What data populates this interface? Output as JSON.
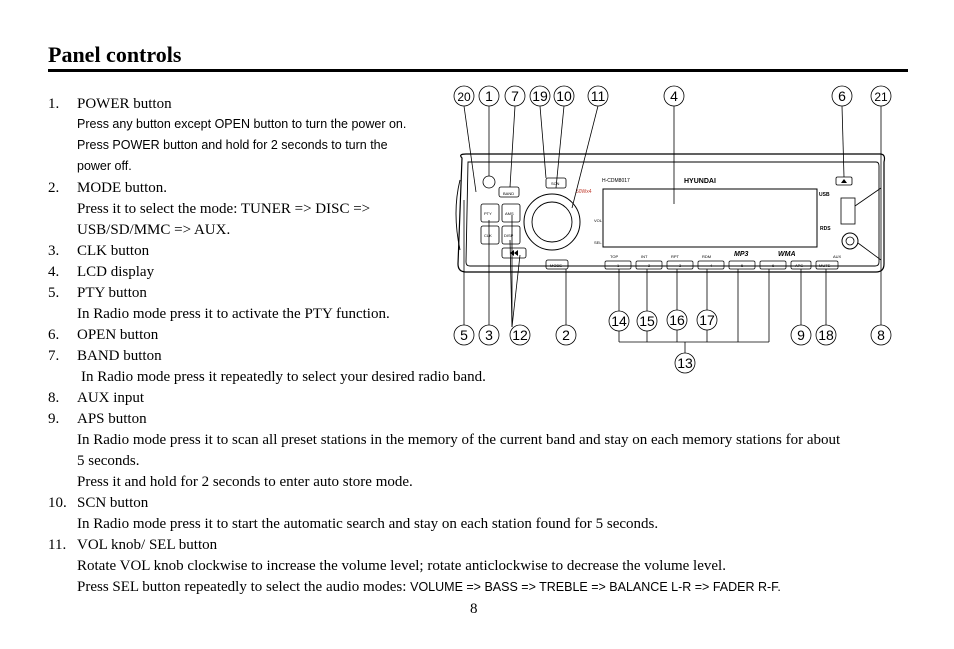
{
  "heading": "Panel controls",
  "items": [
    {
      "num": "1.",
      "title": "POWER button",
      "lines": [
        "Press any button except OPEN button to turn the power on.",
        "Press POWER button and hold for 2 seconds to turn the",
        "power off."
      ]
    },
    {
      "num": "2.",
      "title": "MODE button.",
      "lines": [
        "Press it to select the mode: TUNER => DISC =>",
        "USB/SD/MMC => AUX."
      ]
    },
    {
      "num": "3.",
      "title": "CLK button"
    },
    {
      "num": "4.",
      "title": "LCD display"
    },
    {
      "num": "5.",
      "title": "PTY button",
      "lines": [
        "In Radio mode press it to activate the PTY function."
      ]
    },
    {
      "num": "6.",
      "title": "OPEN button"
    },
    {
      "num": "7.",
      "title": "BAND button",
      "lines": [
        "In Radio mode press it repeatedly to select your desired radio band."
      ]
    },
    {
      "num": "8.",
      "title": "AUX input"
    },
    {
      "num": "9.",
      "title": "APS button",
      "lines": [
        "In Radio mode press it to scan all preset stations in the memory of the current band and stay on each memory stations for about",
        "5 seconds.",
        "Press it and hold for 2 seconds to enter auto store mode."
      ]
    },
    {
      "num": "10.",
      "title": "SCN button",
      "lines": [
        "In Radio mode press it to start the automatic search and stay on each station found for 5 seconds."
      ]
    },
    {
      "num": "11.",
      "title": "VOL knob/ SEL button",
      "lines": [
        "Rotate VOL knob clockwise to increase the volume level; rotate anticlockwise to decrease the volume level.",
        "Press SEL button repeatedly to select the audio modes: ",
        "VOLUME => BASS => TREBLE => BALANCE L-R => FADER R-F."
      ]
    }
  ],
  "diagram": {
    "callouts_top": [
      "20",
      "1",
      "7",
      "19",
      "10",
      "11",
      "4",
      "6",
      "21"
    ],
    "callouts_bottom": [
      "5",
      "3",
      "12",
      "2",
      "14",
      "15",
      "16",
      "17",
      "9",
      "18",
      "8",
      "13"
    ],
    "labels": {
      "model": "H-CDM8017",
      "brand": "HYUNDAI",
      "mp3": "MP3",
      "wma": "WMA",
      "usb": "USB",
      "rds": "RDS",
      "watts": "50Wx4",
      "vol": "VOL",
      "sel": "SEL",
      "top": "TOP",
      "int": "INT",
      "rpt": "RPT",
      "rdm": "RDM",
      "aps": "APS",
      "aux": "AUX",
      "mute": "MUTE",
      "mode": "MODE",
      "scn": "SCN",
      "clk": "CLK",
      "band": "BAND",
      "pty": "PTY",
      "ams": "AMS",
      "disp": "DISP",
      "p1": "1",
      "p2": "2",
      "p3": "3",
      "p4": "4",
      "p5": "5",
      "p6": "6"
    }
  },
  "page_number": "8"
}
